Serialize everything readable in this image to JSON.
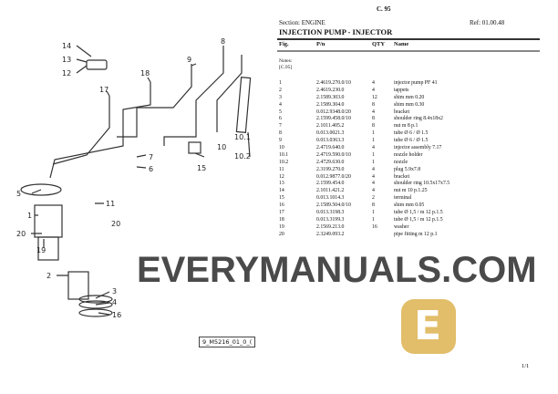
{
  "header": {
    "code": "C. 95",
    "section": "Section: ENGINE",
    "ref": "Ref: 01.00.48",
    "title": "INJECTION PUMP - INJECTOR"
  },
  "table_headers": {
    "fig": "Fig.",
    "pn": "P/n",
    "qty": "QTY",
    "name": "Name"
  },
  "notes": {
    "label": "Notes:",
    "value": "[C.95]"
  },
  "rows": [
    {
      "fig": "1",
      "pn": "2.4619.270.0/10",
      "qty": "4",
      "name": "injector pump PF 41"
    },
    {
      "fig": "2",
      "pn": "2.4619.230.0",
      "qty": "4",
      "name": "tappets"
    },
    {
      "fig": "3",
      "pn": "2.1589.303.0",
      "qty": "12",
      "name": "shim mm 0.20"
    },
    {
      "fig": "4",
      "pn": "2.1589.304.0",
      "qty": "8",
      "name": "shim mm 0.30"
    },
    {
      "fig": "5",
      "pn": "0.012.9348.0/20",
      "qty": "4",
      "name": "bracket"
    },
    {
      "fig": "6",
      "pn": "2.1599.458.0/10",
      "qty": "8",
      "name": "shoulder ring 8.4x18x2"
    },
    {
      "fig": "7",
      "pn": "2.1011.405.2",
      "qty": "8",
      "name": "nut m 8 p.1"
    },
    {
      "fig": "8",
      "pn": "0.013.0021.3",
      "qty": "1",
      "name": "tube Ø 6 / Ø 1.5"
    },
    {
      "fig": "9",
      "pn": "0.013.0363.3",
      "qty": "1",
      "name": "tube Ø 6 / Ø 1.5"
    },
    {
      "fig": "10",
      "pn": "2.4719.640.0",
      "qty": "4",
      "name": "injector assembly 7.17"
    },
    {
      "fig": "10.1",
      "pn": "2.4719.590.0/10",
      "qty": "1",
      "name": "nozzle holder"
    },
    {
      "fig": "10.2",
      "pn": "2.4729.630.0",
      "qty": "1",
      "name": "nozzle"
    },
    {
      "fig": "11",
      "pn": "2.3199.270.0",
      "qty": "4",
      "name": "plug 5.9x7.8"
    },
    {
      "fig": "12",
      "pn": "0.012.9877.0/20",
      "qty": "4",
      "name": "bracket"
    },
    {
      "fig": "13",
      "pn": "2.1599.454.0",
      "qty": "4",
      "name": "shoulder ring 10.5x17x7.5"
    },
    {
      "fig": "14",
      "pn": "2.1011.421.2",
      "qty": "4",
      "name": "nut m 10 p.1.25"
    },
    {
      "fig": "15",
      "pn": "0.013.1014.3",
      "qty": "2",
      "name": "terminal"
    },
    {
      "fig": "16",
      "pn": "2.1589.504.0/10",
      "qty": "8",
      "name": "shim mm 0.05"
    },
    {
      "fig": "17",
      "pn": "0.013.3198.3",
      "qty": "1",
      "name": "tube Ø 1,5 / m 12 p.1.5"
    },
    {
      "fig": "18",
      "pn": "0.013.3199.3",
      "qty": "1",
      "name": "tube Ø 1,5 / m 12 p.1.5"
    },
    {
      "fig": "19",
      "pn": "2.1569.213.0",
      "qty": "16",
      "name": "washer"
    },
    {
      "fig": "20",
      "pn": "2.3249.093.2",
      "qty": "",
      "name": "pipe fitting m 12 p.1"
    }
  ],
  "drawing": {
    "callouts": [
      "14",
      "13",
      "12",
      "8",
      "9",
      "18",
      "17",
      "7",
      "6",
      "15",
      "10",
      "10.1",
      "10.2",
      "5",
      "11",
      "1",
      "20",
      "20",
      "19",
      "2",
      "3",
      "4",
      "16"
    ],
    "figure_id": "9_M5216_01_0_("
  },
  "watermark": {
    "text": "EVERYMANUALS.COM",
    "logo_letter": "E",
    "logo_color": "#dcaf46"
  },
  "footer": {
    "page": "1/1"
  }
}
